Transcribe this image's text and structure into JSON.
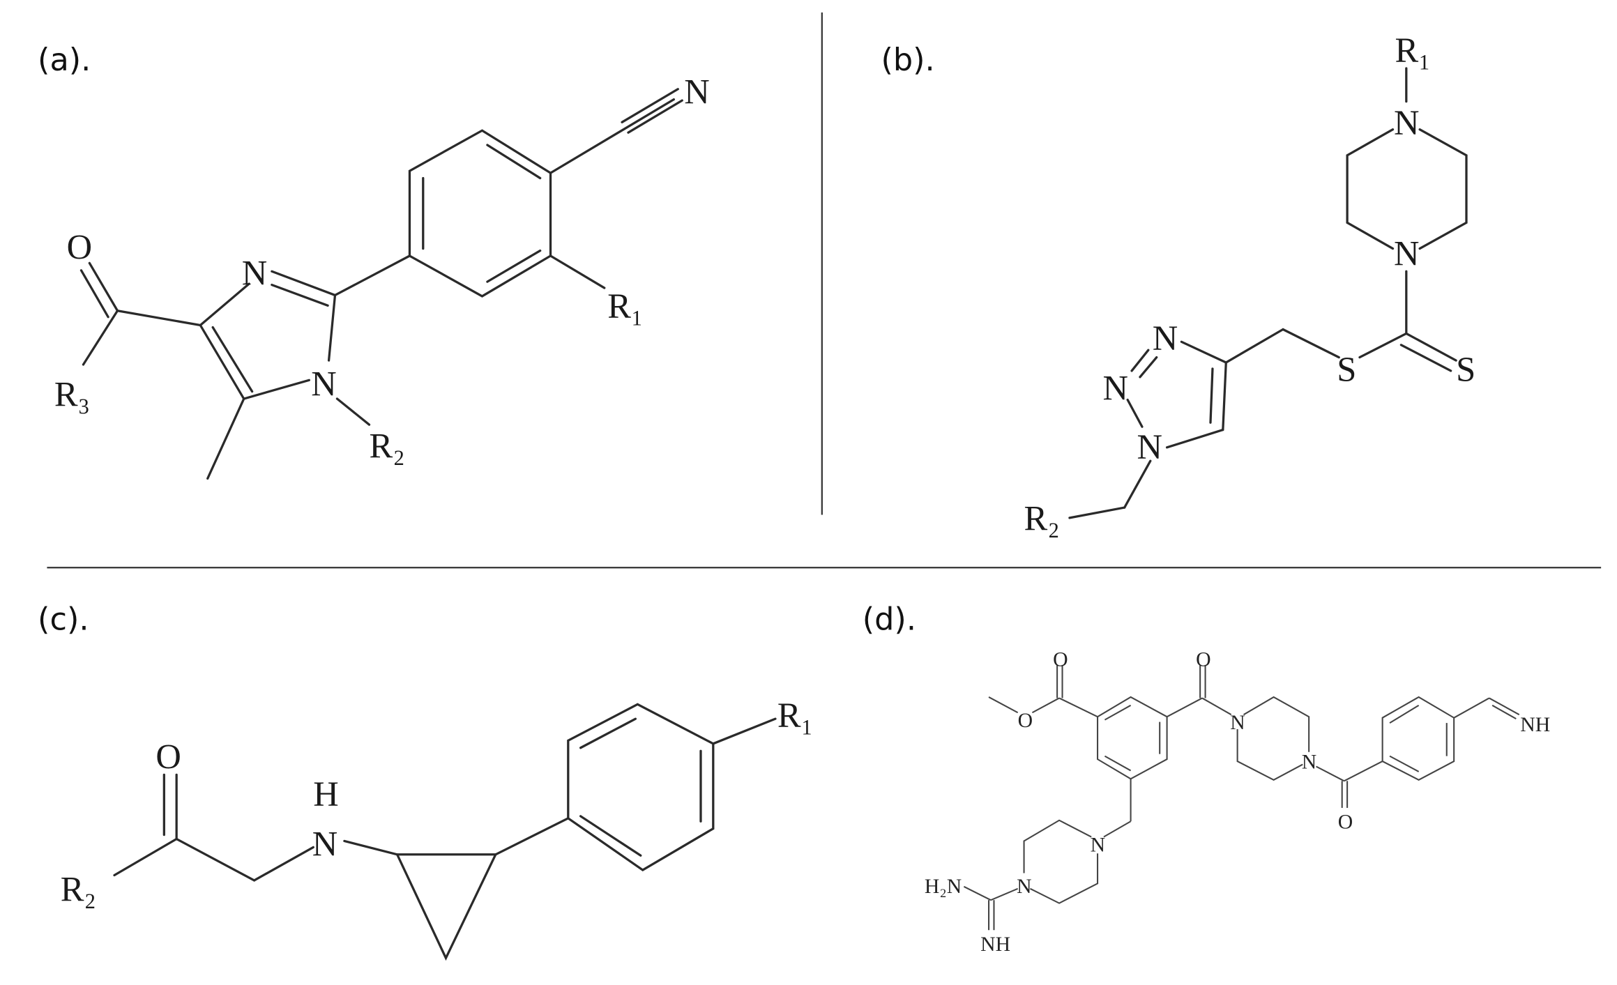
{
  "panels": {
    "a": {
      "label": "(a).",
      "atoms": {
        "nitrile_n": "N",
        "o": "O",
        "ring_n3": "N",
        "ring_n1": "N",
        "r1": "R₁",
        "r2": "R₂",
        "r3": "R₃"
      }
    },
    "b": {
      "label": "(b).",
      "atoms": {
        "r1": "R₁",
        "pip_n_top": "N",
        "pip_n_bottom": "N",
        "s_thioester": "S",
        "s_thione": "S",
        "tri_n3": "N",
        "tri_n2": "N",
        "tri_n1": "N",
        "r2": "R₂"
      }
    },
    "c": {
      "label": "(c).",
      "atoms": {
        "o": "O",
        "h": "H",
        "n": "N",
        "r1": "R₁",
        "r2": "R₂"
      }
    },
    "d": {
      "label": "(d).",
      "atoms": {
        "ester_o_carbonyl": "O",
        "ester_o": "O",
        "amide_o": "O",
        "pip_n_a": "N",
        "pip_n_b": "N",
        "ketone_o": "O",
        "imine_nh": "NH",
        "pip2_n_c": "N",
        "pip2_n_d": "N",
        "amine": "H₂N",
        "guan_nh": "NH"
      }
    }
  },
  "colors": {
    "background": "#ffffff",
    "ink": "#2a2a2a"
  }
}
